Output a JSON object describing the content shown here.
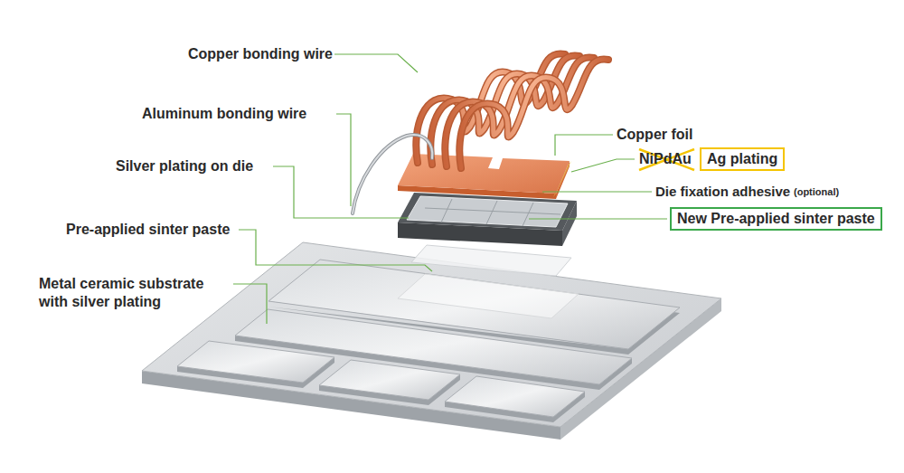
{
  "diagram": {
    "nodes": [
      {
        "text": [
          "Ag plating"
        ]
      },
      {
        "text": [
          "New Pre-applied sinter paste"
        ]
      }
    ],
    "labels": [
      "Copper bonding wire",
      "Aluminum bonding wire",
      "Silver plating on die",
      "Pre-applied sinter paste",
      "Metal ceramic substrate with silver plating",
      "Copper foil",
      "NiPdAu",
      "Die fixation adhesive",
      "(optional)"
    ]
  }
}
